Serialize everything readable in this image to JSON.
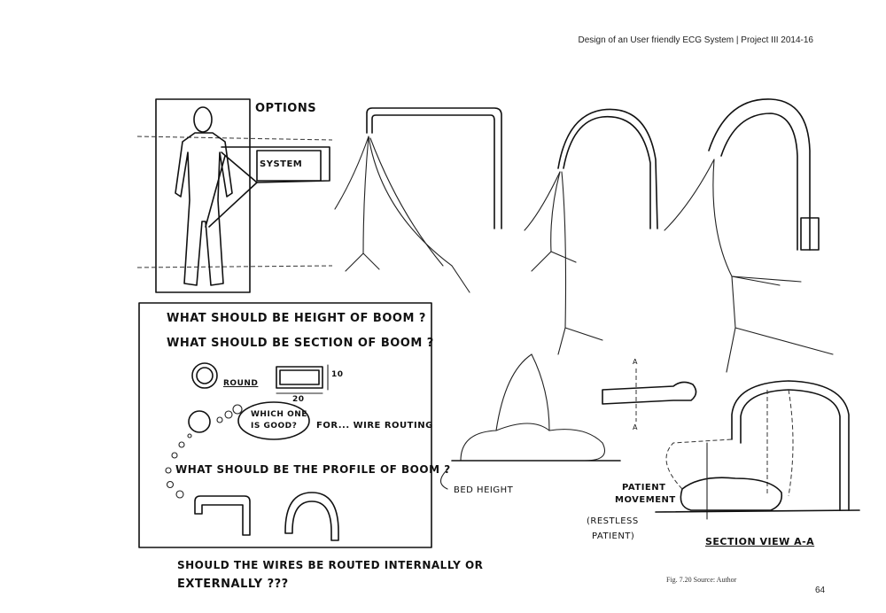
{
  "header": {
    "text": "Design of an User friendly ECG System  |  Project  III  2014-16"
  },
  "labels": {
    "options": "OPTIONS",
    "system": "SYSTEM",
    "round": "ROUND",
    "dim_10": "10",
    "dim_20": "20",
    "which_one_line1": "WHICH ONE",
    "which_one_line2": "IS GOOD?",
    "for_wire_routing": "FOR... WIRE ROUTING",
    "bed_height": "BED HEIGHT",
    "section_a_top": "A",
    "section_a_bottom": "A",
    "patient_movement_line1": "PATIENT",
    "patient_movement_line2": "MOVEMENT",
    "restless_line1": "(RESTLESS",
    "restless_line2": "PATIENT)",
    "section_view": "SECTION VIEW A-A"
  },
  "questions": {
    "q1": "WHAT SHOULD BE HEIGHT OF BOOM ?",
    "q2": "WHAT SHOULD BE SECTION OF BOOM ?",
    "q3": "WHAT SHOULD BE THE PROFILE OF BOOM ?",
    "q4_line1": "SHOULD THE WIRES BE ROUTED INTERNALLY OR",
    "q4_line2": "EXTERNALLY ???"
  },
  "caption": "Fig. 7.20   Source: Author",
  "page_number": "64"
}
